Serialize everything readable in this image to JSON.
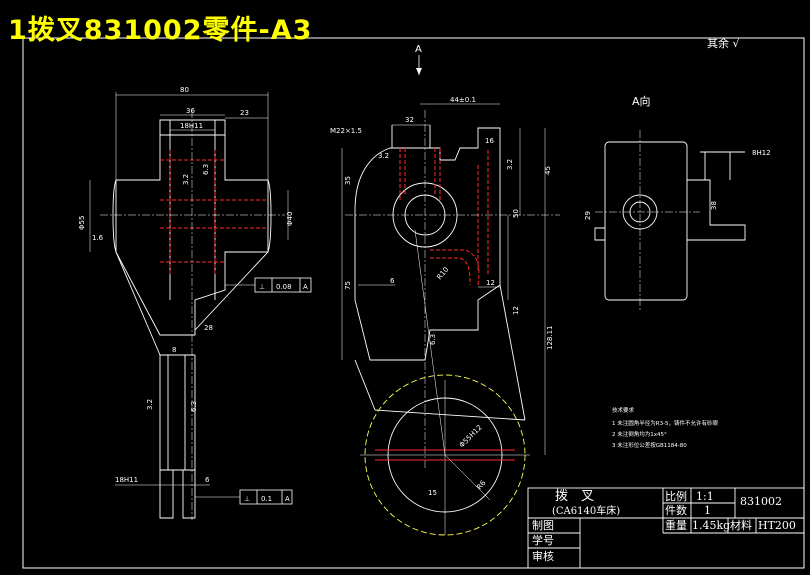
{
  "title": "1拨叉831002零件-A3",
  "surface_roughness_rest": "其余 √",
  "views": {
    "section_a_label": "A",
    "view_a_label": "A向"
  },
  "dimensions": {
    "overall_width": "80",
    "dim_36": "36",
    "dim_23": "23",
    "dim_18h11_top": "18H11",
    "dim_28": "28",
    "phi40": "Φ40",
    "phi55": "Φ55",
    "r6": "R6",
    "dim_44": "44±0.1",
    "dim_32": "32",
    "m22": "M22×1.5",
    "dim_16": "16",
    "dim_45": "45",
    "dim_35": "35",
    "dim_50": "50",
    "dim_75": "75",
    "dim_6": "6",
    "dim_12": "12",
    "dim_12b": "12",
    "r10": "R10",
    "dim_35_length": "128.11",
    "dim_15": "15",
    "phi55h12": "Φ55H12",
    "dim_18h11_bottom": "18H11",
    "dim_6b": "6",
    "dim_8h12": "8H12",
    "dim_29": "29",
    "dim_38": "38",
    "dim_8": "8"
  },
  "tolerances": {
    "frame1": [
      "⊥",
      "0.08",
      "A"
    ],
    "frame2": [
      "⊥",
      "0.1",
      "A"
    ]
  },
  "roughness": [
    "3.2",
    "6.3",
    "1.6",
    "3.2",
    "6.3",
    "3.2",
    "3.2",
    "6.3"
  ],
  "notes": {
    "heading": "技术要求",
    "items": [
      "1 未注圆角半径为R3-5，铸件不允许有砂眼",
      "2 未注倒角均为1x45°",
      "3 未注形位公差按GB1184-80"
    ]
  },
  "title_block": {
    "part_name": "拨　叉",
    "machine": "(CA6140车床)",
    "scale_label": "比例",
    "scale_value": "1:1",
    "part_number": "831002",
    "quantity_label": "件数",
    "quantity_value": "1",
    "weight_label": "重量",
    "weight_value": "1.45kg",
    "material_label": "材料",
    "material_value": "HT200",
    "drawn_label": "制图",
    "student_label": "学号",
    "checked_label": "审核"
  }
}
